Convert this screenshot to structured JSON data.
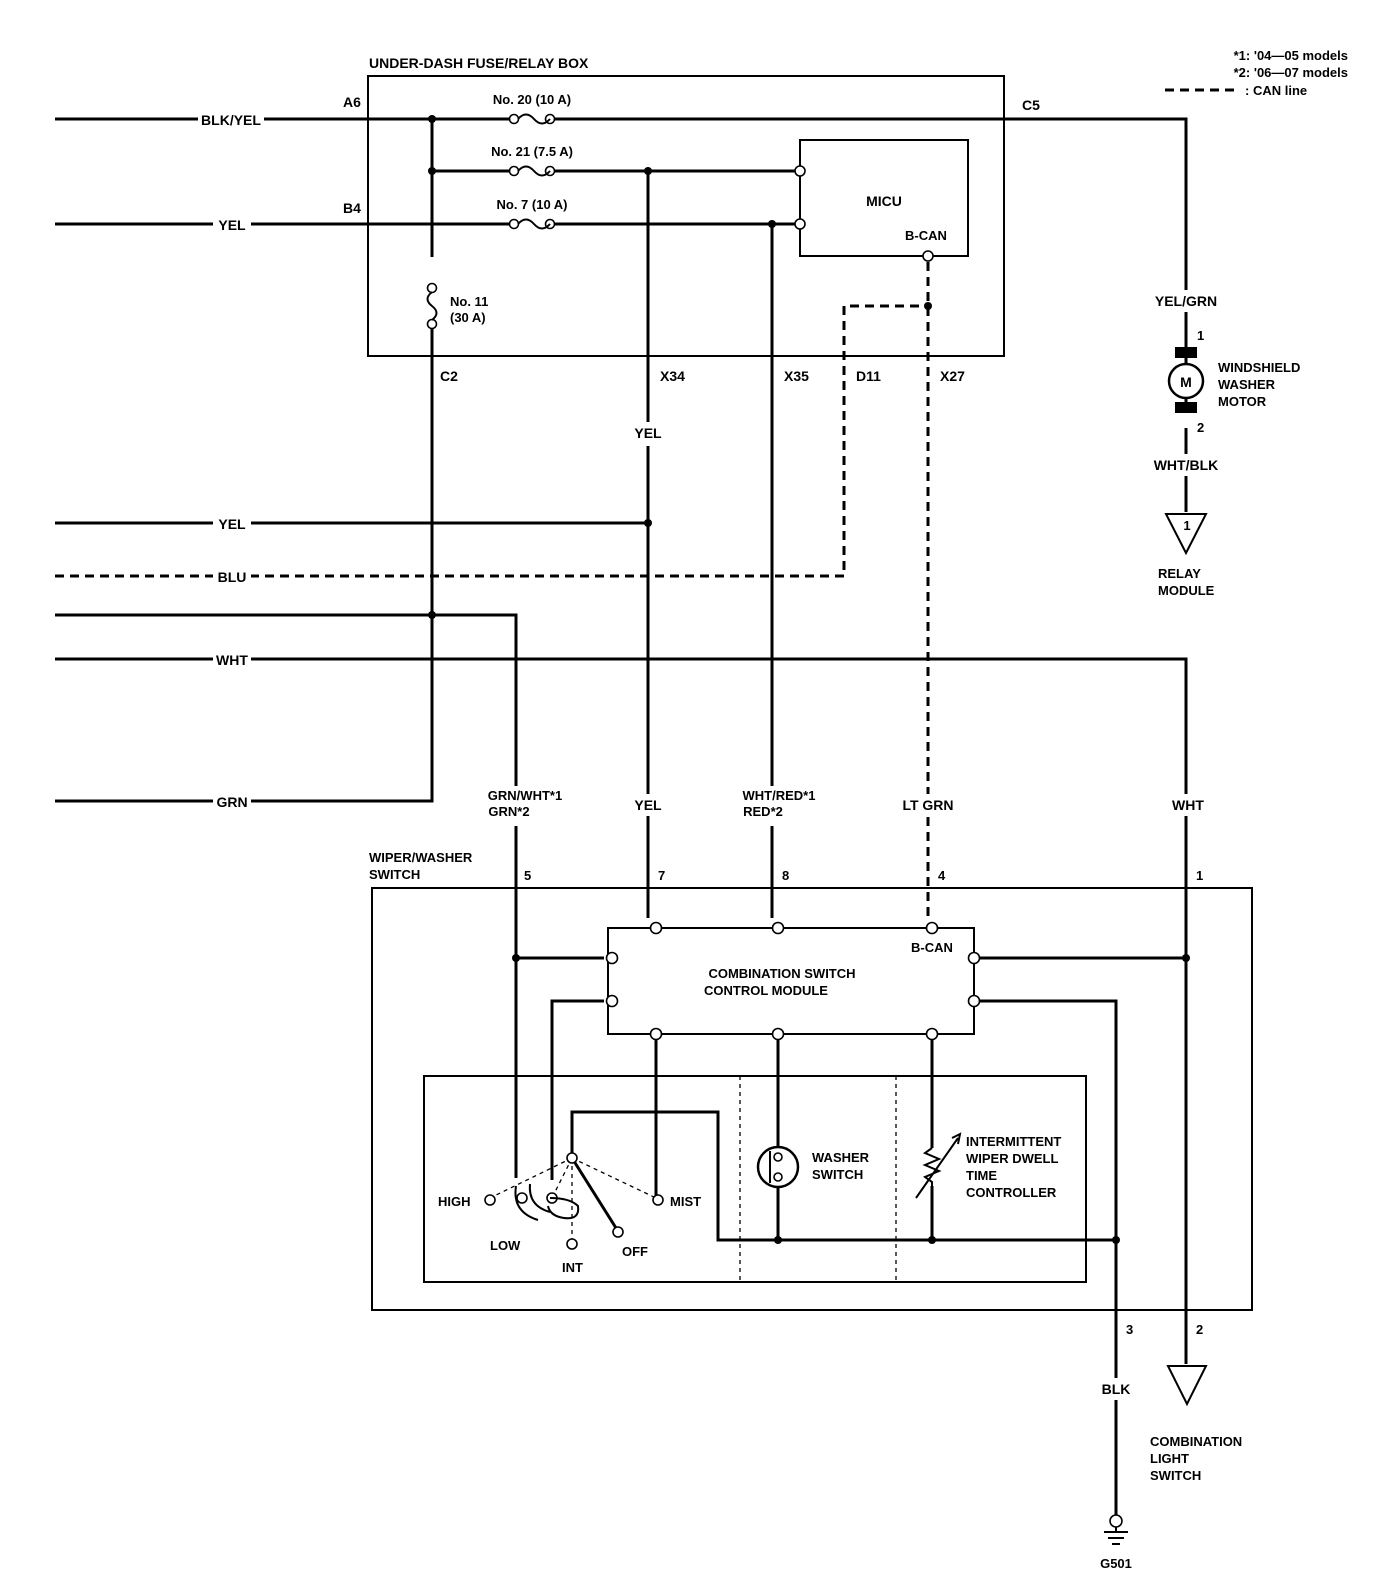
{
  "legend": {
    "note1": "*1: '04—05 models",
    "note2": "*2: '06—07 models",
    "can_line": ": CAN line"
  },
  "relay_box": {
    "title": "UNDER-DASH FUSE/RELAY BOX",
    "fuse20": "No. 20 (10 A)",
    "fuse21": "No. 21 (7.5 A)",
    "fuse7": "No. 7 (10 A)",
    "fuse11_a": "No. 11",
    "fuse11_b": "(30 A)",
    "micu": "MICU",
    "micu_bcan": "B-CAN",
    "conn_a6": "A6",
    "conn_b4": "B4",
    "conn_c5": "C5",
    "conn_c2": "C2",
    "conn_x34": "X34",
    "conn_x35": "X35",
    "conn_d11": "D11",
    "conn_x27": "X27"
  },
  "wires": {
    "blk_yel": "BLK/YEL",
    "yel_b4": "YEL",
    "yel_x34": "YEL",
    "yel_left": "YEL",
    "blu": "BLU",
    "wht_left": "WHT",
    "grn": "GRN",
    "grn_wht_a": "GRN/WHT*1",
    "grn_wht_b": "GRN*2",
    "yel_pin7": "YEL",
    "wht_red_a": "WHT/RED*1",
    "wht_red_b": "RED*2",
    "lt_grn": "LT GRN",
    "wht_right": "WHT",
    "yel_grn": "YEL/GRN",
    "wht_blk": "WHT/BLK",
    "blk": "BLK"
  },
  "washer_motor": {
    "symbol": "M",
    "line1": "WINDSHIELD",
    "line2": "WASHER",
    "line3": "MOTOR",
    "pin1": "1",
    "pin2": "2"
  },
  "relay_module": {
    "ref": "1",
    "line1": "RELAY",
    "line2": "MODULE"
  },
  "switch": {
    "title1": "WIPER/WASHER",
    "title2": "SWITCH",
    "pin5": "5",
    "pin7": "7",
    "pin8": "8",
    "pin4": "4",
    "pin1": "1",
    "pin3": "3",
    "pin2": "2",
    "module1": "COMBINATION SWITCH",
    "module2": "CONTROL MODULE",
    "module_bcan": "B-CAN",
    "high": "HIGH",
    "low": "LOW",
    "int": "INT",
    "off": "OFF",
    "mist": "MIST",
    "washer1": "WASHER",
    "washer2": "SWITCH",
    "dwell1": "INTERMITTENT",
    "dwell2": "WIPER DWELL",
    "dwell3": "TIME",
    "dwell4": "CONTROLLER"
  },
  "combo_light": {
    "line1": "COMBINATION",
    "line2": "LIGHT",
    "line3": "SWITCH"
  },
  "ground": {
    "label": "G501"
  }
}
